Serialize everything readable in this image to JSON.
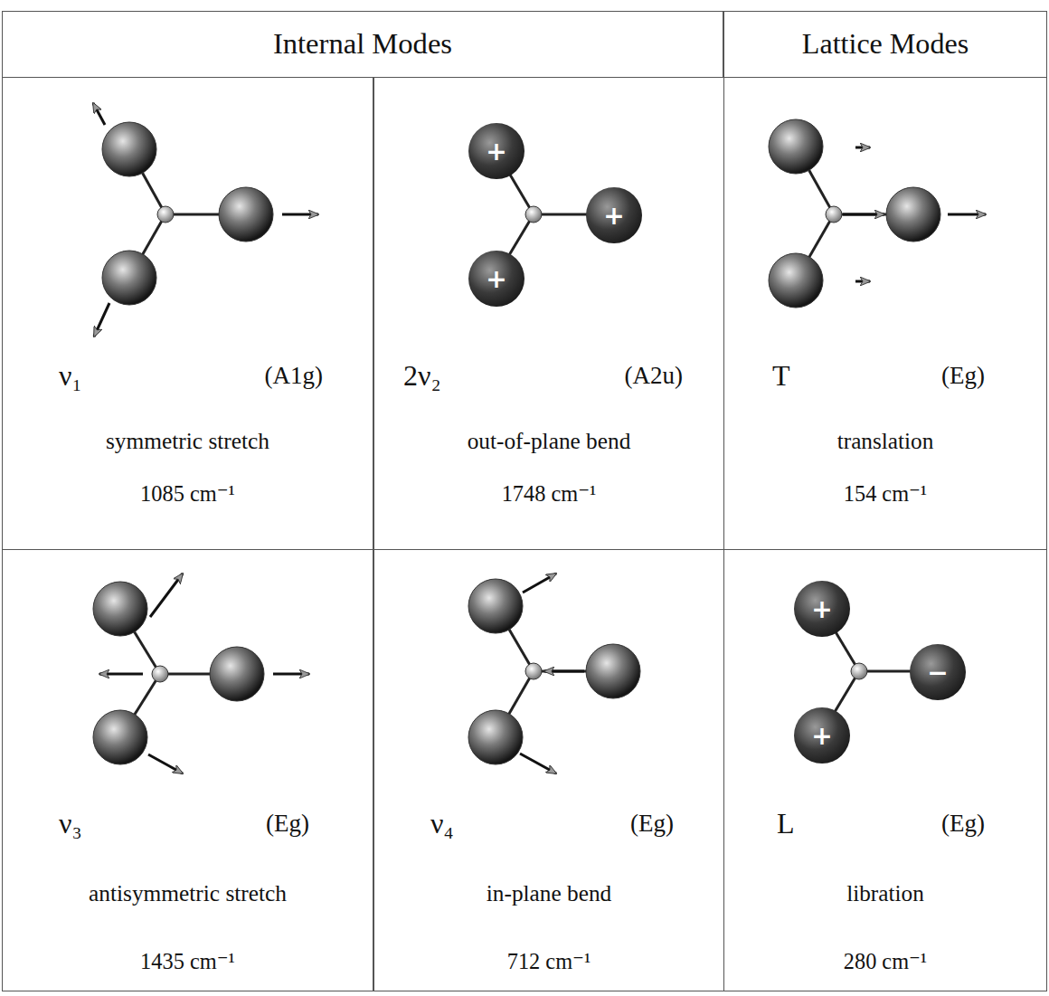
{
  "diagram": {
    "nodes": [
      {
        "text": [
          "Internal Modes"
        ]
      },
      {
        "text": [
          "Lattice Modes"
        ]
      },
      {
        "text": [
          "ν₁",
          "(A1g)",
          "symmetric stretch",
          "1085 cm⁻¹"
        ]
      },
      {
        "text": [
          "2ν₂",
          "(A2u)",
          "out-of-plane bend",
          "1748 cm⁻¹"
        ]
      },
      {
        "text": [
          "+"
        ],
        "in": 3
      },
      {
        "text": [
          "+"
        ],
        "in": 3
      },
      {
        "text": [
          "+"
        ],
        "in": 3
      },
      {
        "text": [
          "T",
          "(Eg)",
          "translation",
          "154 cm⁻¹"
        ]
      },
      {
        "text": [
          "ν₃",
          "(Eg)",
          "antisymmetric stretch",
          "1435 cm⁻¹"
        ]
      },
      {
        "text": [
          "ν₄",
          "(Eg)",
          "in-plane bend",
          "712 cm⁻¹"
        ]
      },
      {
        "text": [
          "L",
          "(Eg)",
          "libration",
          "280 cm⁻¹"
        ]
      },
      {
        "text": [
          "+"
        ],
        "in": 10
      },
      {
        "text": [
          "+"
        ],
        "in": 10
      },
      {
        "text": [
          "−"
        ],
        "in": 10
      }
    ]
  }
}
